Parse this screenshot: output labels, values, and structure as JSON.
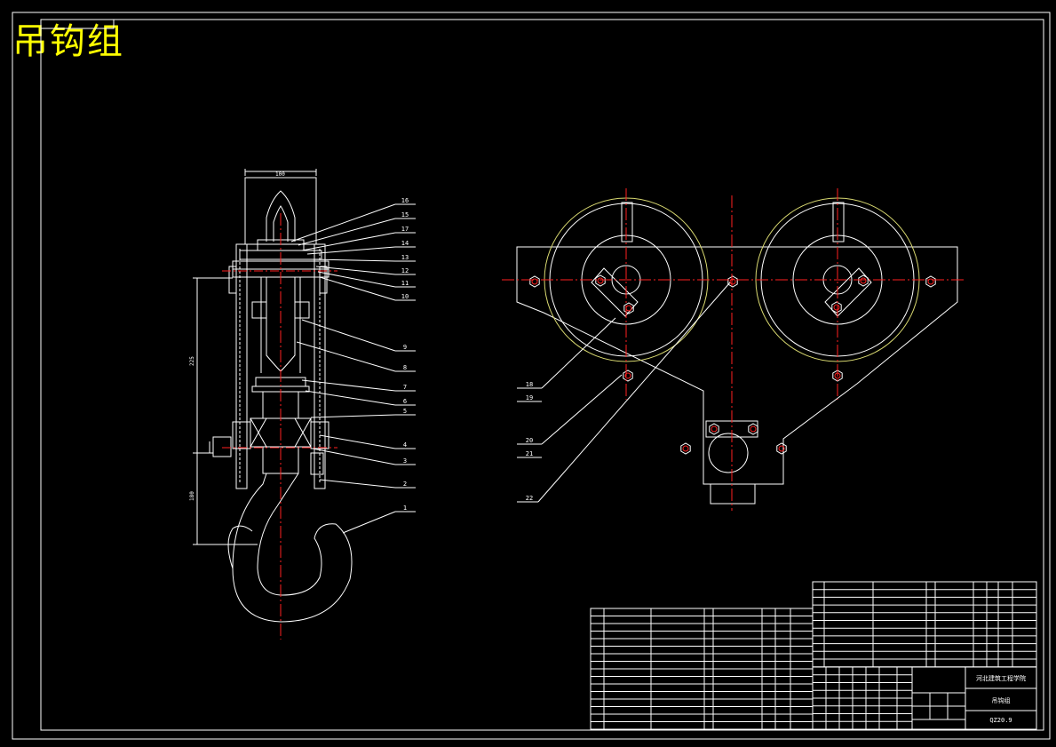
{
  "drawing": {
    "title": "吊钩组",
    "side_callouts": [
      "16",
      "15",
      "17",
      "14",
      "13",
      "12",
      "11",
      "10",
      "9",
      "8",
      "7",
      "6",
      "5",
      "4",
      "3",
      "2",
      "1"
    ],
    "front_callouts": [
      "18",
      "19",
      "20",
      "21",
      "22"
    ],
    "title_block": {
      "school": "河北建筑工程学院",
      "name": "吊钩组",
      "code": "QZ20.9"
    }
  },
  "colors": {
    "background": "#000000",
    "line": "#ffffff",
    "centerline": "#ff2020",
    "accent": "#ffff00",
    "sheave_outline": "#d8d870"
  }
}
